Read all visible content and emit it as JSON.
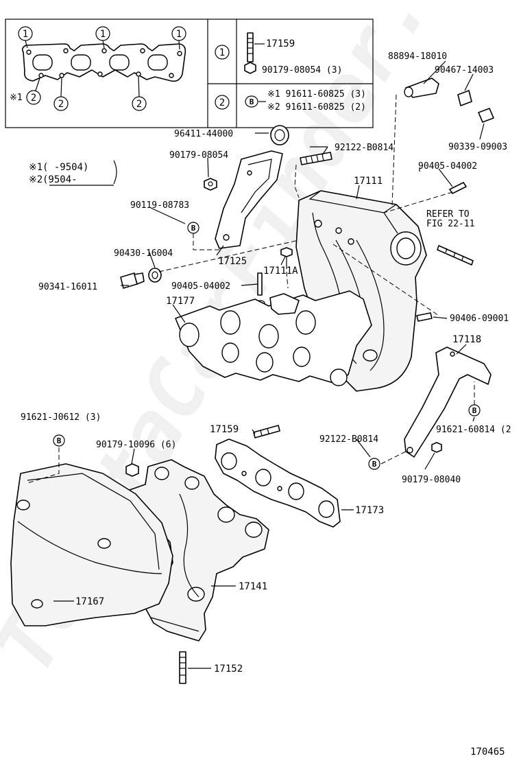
{
  "legend": {
    "circle_1": "1",
    "circle_2": "2",
    "note_mark": "※1",
    "row1_part": "17159",
    "row1_nut": "90179-08054 (3)",
    "row2_bolt_symbol": "B",
    "row2_line1": "※1 91611-60825 (3)",
    "row2_line2": "※2 91611-60825 (2)"
  },
  "date_notes": {
    "line1_mark": "※1",
    "line1_range": "(     -9504)",
    "line2_mark": "※2",
    "line2_range": "(9504-     "
  },
  "labels": {
    "p88894": "88894-18010",
    "p90467": "90467-14003",
    "p90339": "90339-09003",
    "p96411": "96411-44000",
    "p92122_top": "92122-B0814",
    "p90179_08054": "90179-08054",
    "p17111": "17111",
    "p90405_a": "90405-04002",
    "p90119": "90119-08783",
    "refer1": "REFER TO",
    "refer2": "FIG 22-11",
    "p90430": "90430-16004",
    "p17125": "17125",
    "p17111A": "17111A",
    "p90341": "90341-16011",
    "p90405_b": "90405-04002",
    "p17177": "17177",
    "p90406": "90406-09001",
    "p17118": "17118",
    "p91621_j": "91621-J0612 (3)",
    "p17159": "17159",
    "p92122_bot": "92122-B0814",
    "p91621_6": "91621-60814 (2",
    "p90179_10096": "90179-10096 (6)",
    "p90179_08040": "90179-08040",
    "p17173": "17173",
    "p17141": "17141",
    "p17167": "17167",
    "p17152": "17152",
    "b_symbol": "B"
  },
  "figure_number": "170465",
  "watermark": "ToyotaCarFinder.ru"
}
